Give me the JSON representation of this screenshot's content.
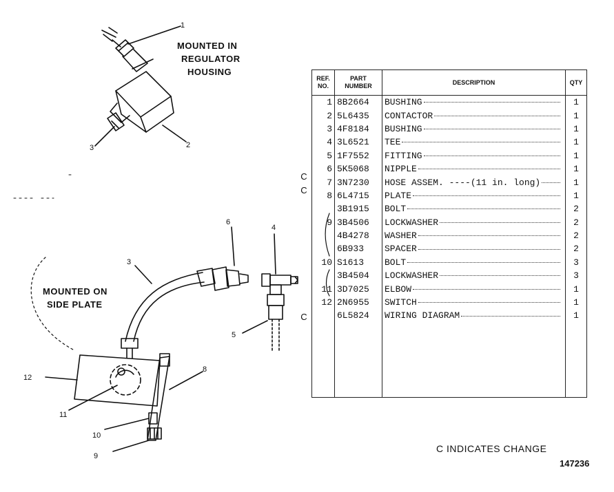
{
  "notes": {
    "regulator_line1": "MOUNTED IN",
    "regulator_line2": "REGULATOR",
    "regulator_line3": "HOUSING",
    "sideplate_line1": "MOUNTED ON",
    "sideplate_line2": "SIDE PLATE"
  },
  "callouts": {
    "c1": "1",
    "c2": "2",
    "c3a": "3",
    "c3b": "3",
    "c4": "4",
    "c5": "5",
    "c6": "6",
    "c8": "8",
    "c9": "9",
    "c10": "10",
    "c11": "11",
    "c12": "12"
  },
  "table": {
    "header": {
      "ref_line1": "REF.",
      "ref_line2": "NO.",
      "part_line1": "PART",
      "part_line2": "NUMBER",
      "description": "DESCRIPTION",
      "qty": "QTY"
    },
    "rows": [
      {
        "change": "",
        "ref": "1",
        "part": "8B2664",
        "desc": "BUSHING",
        "qty": "1"
      },
      {
        "change": "",
        "ref": "2",
        "part": "5L6435",
        "desc": "CONTACTOR",
        "qty": "1"
      },
      {
        "change": "",
        "ref": "3",
        "part": "4F8184",
        "desc": "BUSHING",
        "qty": "1"
      },
      {
        "change": "",
        "ref": "4",
        "part": "3L6521",
        "desc": "TEE",
        "qty": "1"
      },
      {
        "change": "",
        "ref": "5",
        "part": "1F7552",
        "desc": "FITTING",
        "qty": "1"
      },
      {
        "change": "C",
        "ref": "6",
        "part": "5K5068",
        "desc": "NIPPLE",
        "qty": "1"
      },
      {
        "change": "C",
        "ref": "7",
        "part": "3N7230",
        "desc": "HOSE ASSEM. ----(11 in. long)",
        "qty": "1"
      },
      {
        "change": "",
        "ref": "8",
        "part": "6L4715",
        "desc": "PLATE",
        "qty": "1"
      },
      {
        "change": "",
        "ref": "",
        "part": "3B1915",
        "desc": "BOLT",
        "qty": "2"
      },
      {
        "change": "",
        "ref": "9",
        "part": "3B4506",
        "desc": "LOCKWASHER",
        "qty": "2"
      },
      {
        "change": "",
        "ref": "",
        "part": "4B4278",
        "desc": "WASHER",
        "qty": "2"
      },
      {
        "change": "",
        "ref": "",
        "part": "6B933",
        "desc": "SPACER",
        "qty": "2"
      },
      {
        "change": "",
        "ref": "10",
        "part": "S1613",
        "desc": "BOLT",
        "qty": "3"
      },
      {
        "change": "",
        "ref": "",
        "part": "3B4504",
        "desc": "LOCKWASHER",
        "qty": "3"
      },
      {
        "change": "",
        "ref": "11",
        "part": "3D7025",
        "desc": "ELBOW",
        "qty": "1"
      },
      {
        "change": "C",
        "ref": "12",
        "part": "2N6955",
        "desc": "SWITCH",
        "qty": "1"
      },
      {
        "change": "",
        "ref": "",
        "part": "6L5824",
        "desc": "WIRING DIAGRAM",
        "qty": "1"
      }
    ]
  },
  "change_note": "C INDICATES CHANGE",
  "figure_number": "147236"
}
